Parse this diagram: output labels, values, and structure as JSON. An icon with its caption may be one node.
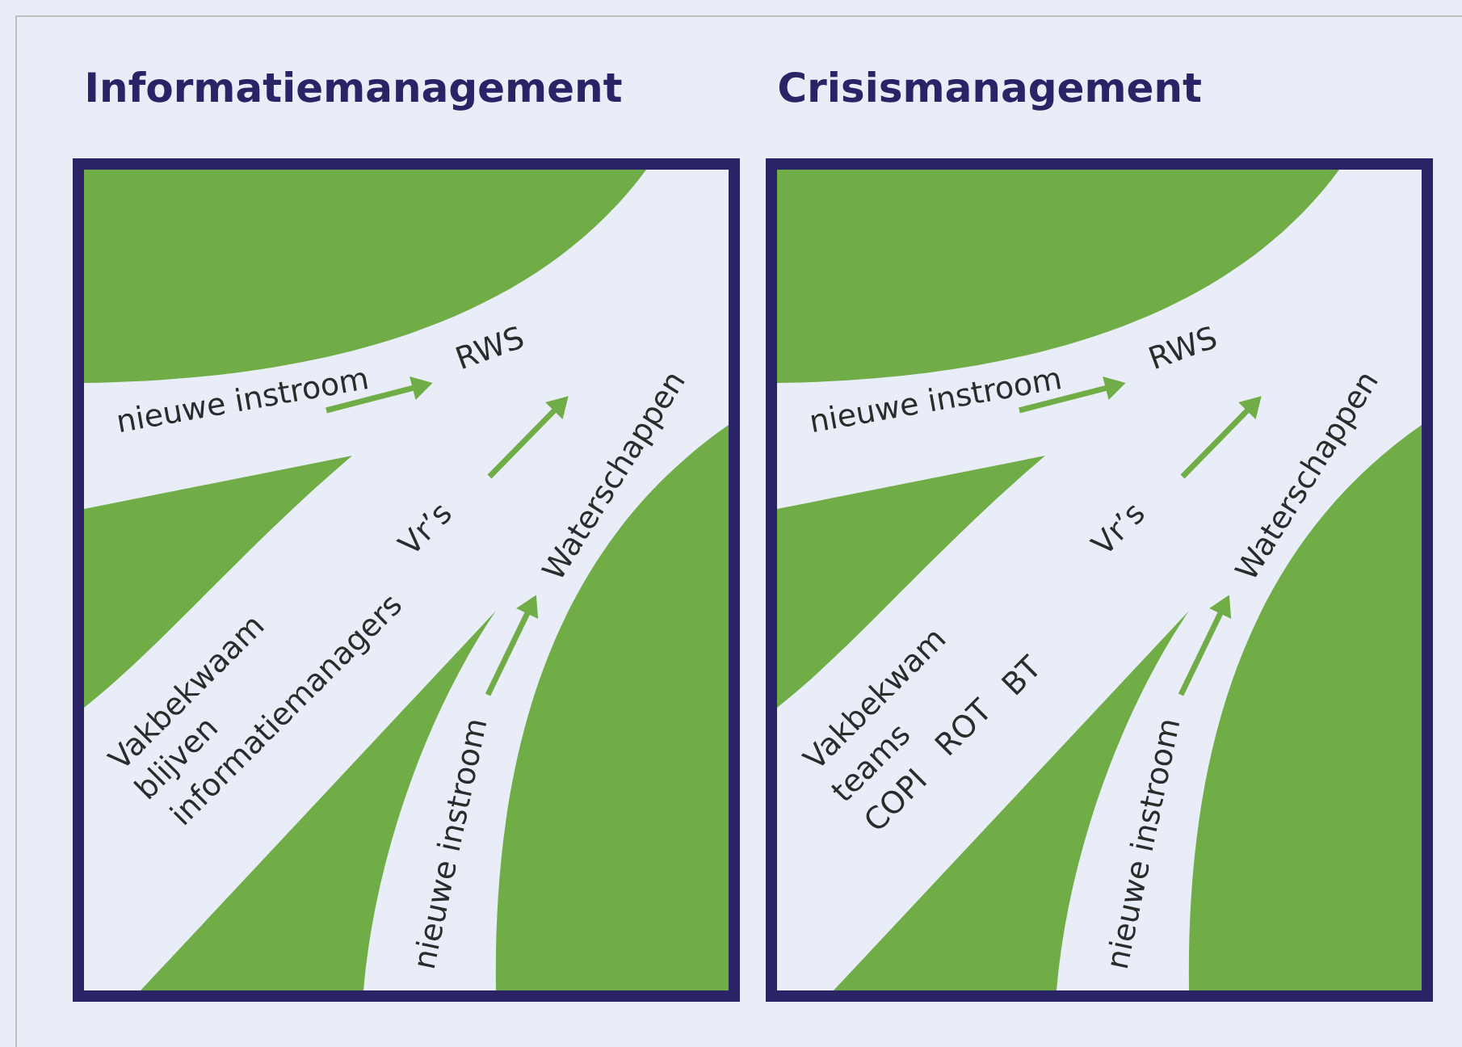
{
  "diagram": {
    "nodes": [
      {
        "text": [
          "Informatiemanagement"
        ]
      },
      {
        "text": [
          "Crisismanagement"
        ]
      }
    ],
    "labels": [
      "nieuwe instroom",
      "RWS",
      "Vr’s",
      "Waterschappen",
      "Vakbekwaam",
      "blijven",
      "informatiemanagers",
      "nieuwe instroom",
      "nieuwe instroom",
      "RWS",
      "Vr’s",
      "Waterschappen",
      "Vakbekwam",
      "teams",
      "COPI",
      "ROT",
      "BT",
      "nieuwe instroom"
    ]
  }
}
